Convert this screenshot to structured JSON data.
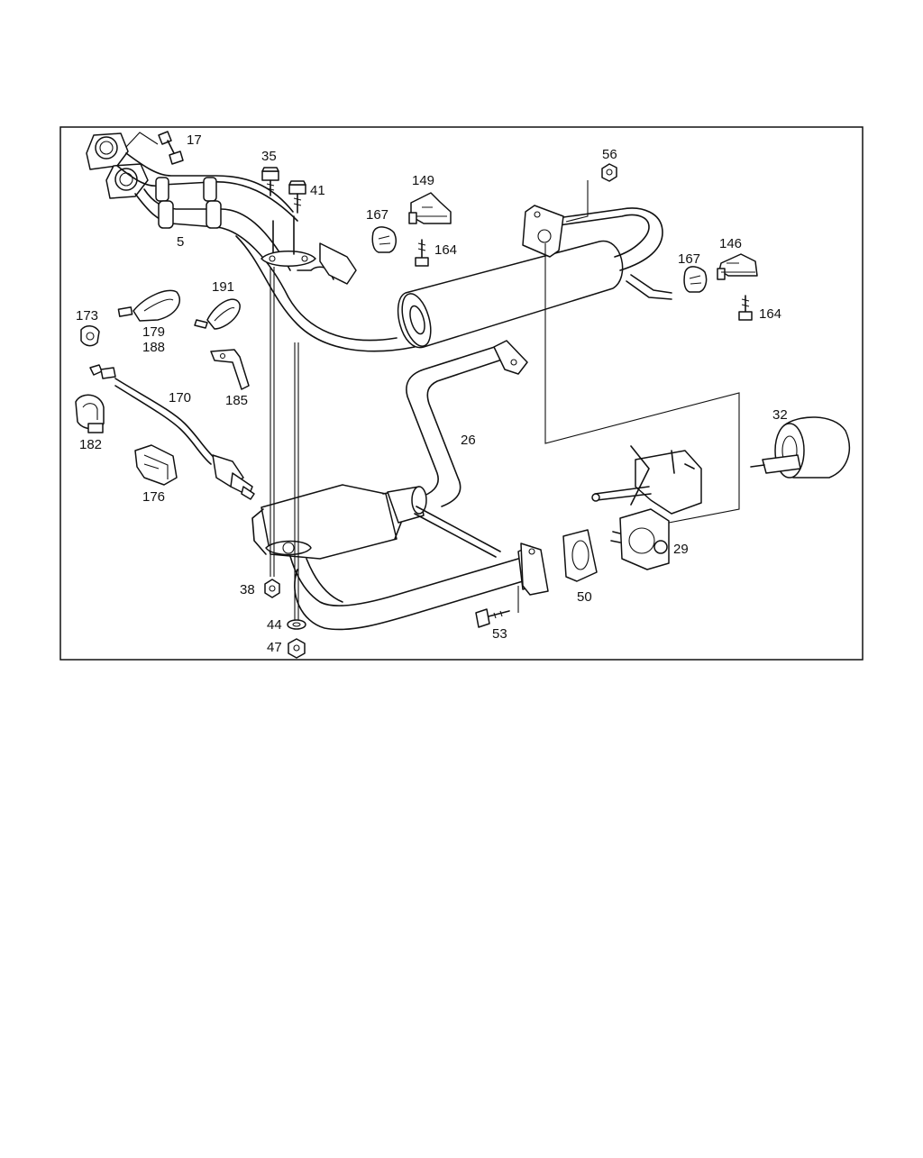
{
  "callouts": {
    "c17": "17",
    "c35": "35",
    "c41": "41",
    "c5": "5",
    "c149": "149",
    "c167a": "167",
    "c164a": "164",
    "c56": "56",
    "c146": "146",
    "c167b": "167",
    "c164b": "164",
    "c173": "173",
    "c179": "179",
    "c188": "188",
    "c191": "191",
    "c185": "185",
    "c170": "170",
    "c182": "182",
    "c176": "176",
    "c26": "26",
    "c32": "32",
    "c29": "29",
    "c50": "50",
    "c38": "38",
    "c44": "44",
    "c47": "47",
    "c53": "53"
  }
}
